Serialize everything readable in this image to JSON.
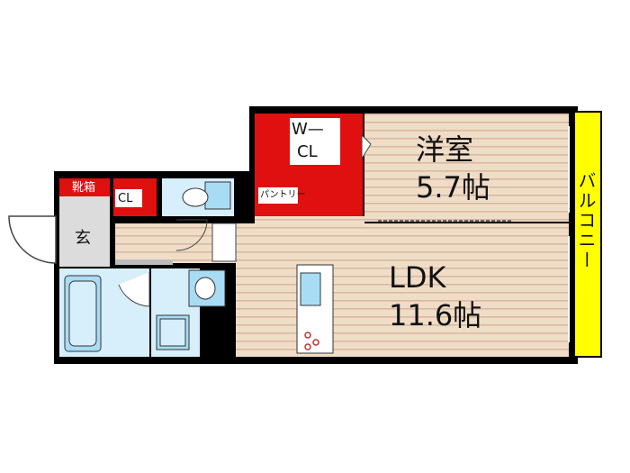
{
  "rooms": {
    "western": {
      "name": "洋室",
      "size": "5.7帖"
    },
    "ldk": {
      "name": "LDK",
      "size": "11.6帖"
    },
    "wcl": {
      "line1": "W—",
      "line2": "CL"
    },
    "pantry": "パントリー",
    "shoe": "靴箱",
    "cl": "CL",
    "genkan": "玄",
    "balcony": "バルコニー"
  },
  "colors": {
    "wall": "#000000",
    "floor_wood": "#f0ddc8",
    "floor_stripe": "#d9b9a0",
    "storage_red": "#e01010",
    "wet_area": "#d7eefb",
    "fixture_blue": "#a8dcf5",
    "entry_gray": "#dcdcdc",
    "balcony_yellow": "#ffff00"
  }
}
